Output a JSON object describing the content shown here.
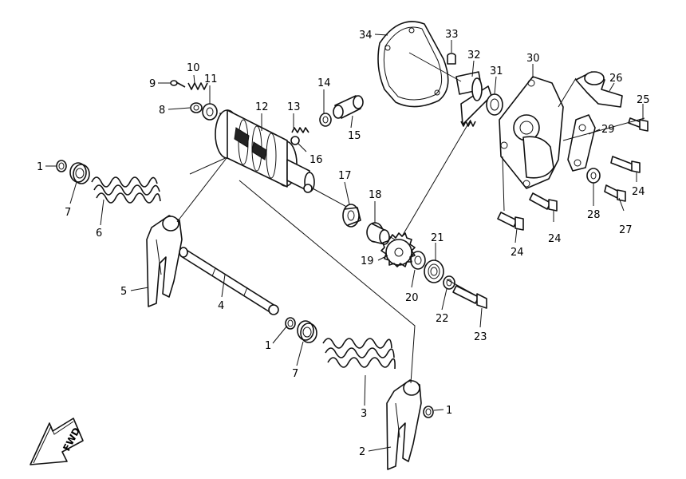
{
  "diagram": {
    "arrow_label": "FWD",
    "callouts": [
      {
        "id": "c1a",
        "text": "1"
      },
      {
        "id": "c7a",
        "text": "7"
      },
      {
        "id": "c6",
        "text": "6"
      },
      {
        "id": "c5",
        "text": "5"
      },
      {
        "id": "c4",
        "text": "4"
      },
      {
        "id": "c1b",
        "text": "1"
      },
      {
        "id": "c7b",
        "text": "7"
      },
      {
        "id": "c3",
        "text": "3"
      },
      {
        "id": "c1c",
        "text": "1"
      },
      {
        "id": "c2",
        "text": "2"
      },
      {
        "id": "c8",
        "text": "8"
      },
      {
        "id": "c9",
        "text": "9"
      },
      {
        "id": "c10",
        "text": "10"
      },
      {
        "id": "c11",
        "text": "11"
      },
      {
        "id": "c12",
        "text": "12"
      },
      {
        "id": "c13",
        "text": "13"
      },
      {
        "id": "c14",
        "text": "14"
      },
      {
        "id": "c15",
        "text": "15"
      },
      {
        "id": "c16",
        "text": "16"
      },
      {
        "id": "c17",
        "text": "17"
      },
      {
        "id": "c18",
        "text": "18"
      },
      {
        "id": "c19",
        "text": "19"
      },
      {
        "id": "c20",
        "text": "20"
      },
      {
        "id": "c21",
        "text": "21"
      },
      {
        "id": "c22",
        "text": "22"
      },
      {
        "id": "c23",
        "text": "23"
      },
      {
        "id": "c24a",
        "text": "24"
      },
      {
        "id": "c24b",
        "text": "24"
      },
      {
        "id": "c24c",
        "text": "24"
      },
      {
        "id": "c25",
        "text": "25"
      },
      {
        "id": "c26",
        "text": "26"
      },
      {
        "id": "c27",
        "text": "27"
      },
      {
        "id": "c28",
        "text": "28"
      },
      {
        "id": "c29",
        "text": "29"
      },
      {
        "id": "c30",
        "text": "30"
      },
      {
        "id": "c31",
        "text": "31"
      },
      {
        "id": "c32",
        "text": "32"
      },
      {
        "id": "c33",
        "text": "33"
      },
      {
        "id": "c34",
        "text": "34"
      }
    ]
  }
}
